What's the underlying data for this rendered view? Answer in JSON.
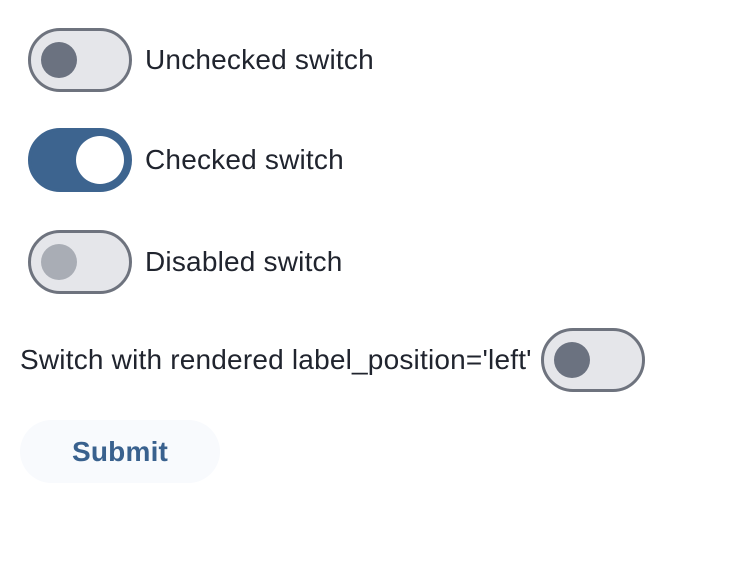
{
  "colors": {
    "page_bg": "#ffffff",
    "accent_blue": "#3d648f",
    "text_dark": "#20242e",
    "track_fill": "#e5e6ea",
    "track_border": "#6e737e",
    "knob_gray": "#6b7280",
    "knob_disabled": "#a9adb5",
    "knob_white": "#ffffff",
    "submit_bg": "#f8fafd",
    "submit_text": "#39618e"
  },
  "switches": [
    {
      "label": "Unchecked switch",
      "state": "unchecked",
      "label_position": "right"
    },
    {
      "label": "Checked switch",
      "state": "checked",
      "label_position": "right"
    },
    {
      "label": "Disabled switch",
      "state": "disabled",
      "label_position": "right"
    },
    {
      "label": "Switch with rendered label_position='left'",
      "state": "unchecked",
      "label_position": "left"
    }
  ],
  "submit": {
    "label": "Submit"
  }
}
